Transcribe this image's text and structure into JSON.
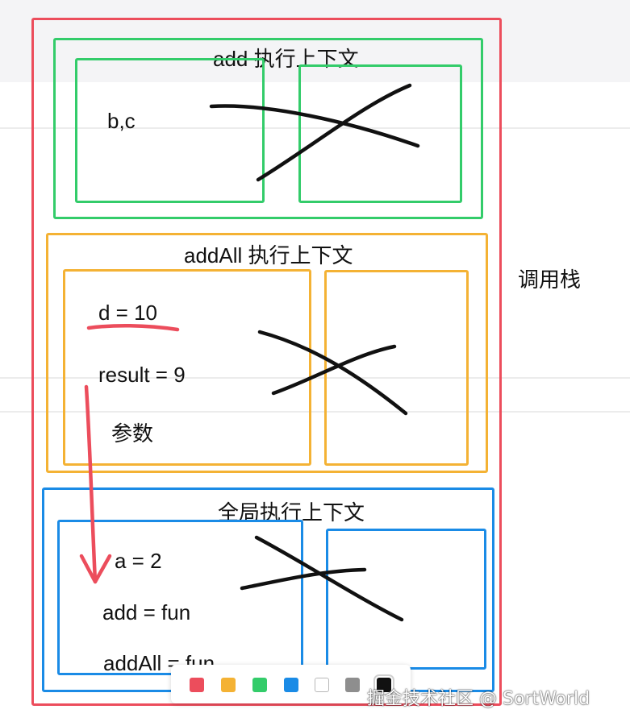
{
  "call_stack_label": "调用栈",
  "frames": {
    "add": {
      "title": "add 执行上下文",
      "vars": [
        "b,c"
      ]
    },
    "addAll": {
      "title": "addAll 执行上下文",
      "vars": [
        "d = 10",
        "result = 9",
        "参数"
      ]
    },
    "global": {
      "title": "全局执行上下文",
      "vars": [
        "a = 2",
        "add = fun",
        "addAll = fun"
      ]
    }
  },
  "colors": {
    "stack": "#ec4d5c",
    "add": "#33cc6a",
    "addAll": "#f4b234",
    "global": "#1a8be6",
    "ink": "#111111"
  },
  "palette": {
    "swatches": [
      "#ec4d5c",
      "#f4b234",
      "#33cc6a",
      "#1a8be6",
      "#ffffff",
      "#8e8e8e",
      "#111111"
    ],
    "selected_index": 6
  },
  "watermark": "掘金技术社区 @ SortWorld"
}
